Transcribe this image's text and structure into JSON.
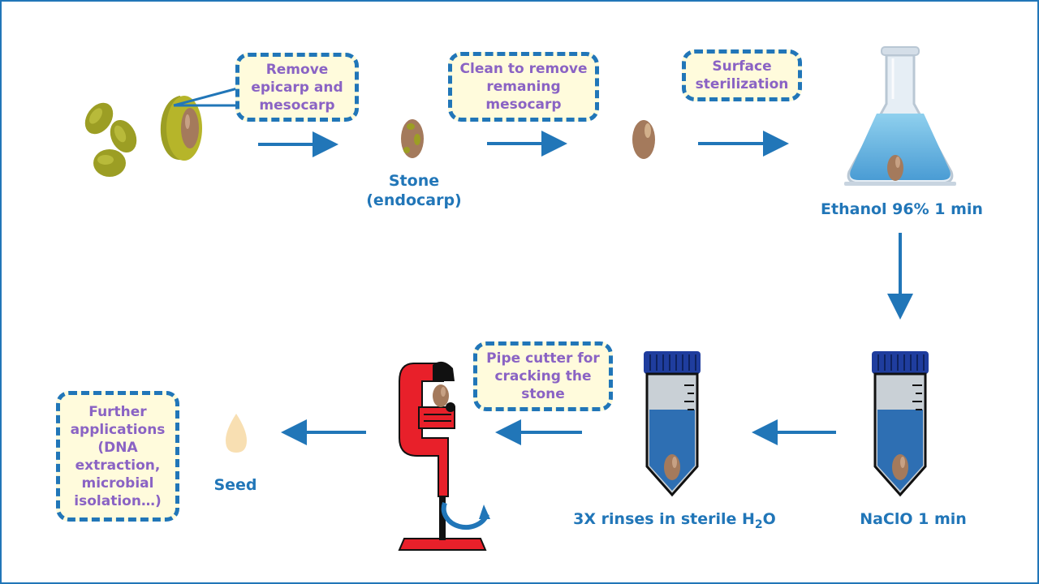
{
  "colors": {
    "border": "#2176b8",
    "arrow": "#2176b8",
    "bubble_fill": "#fffbdc",
    "bubble_text": "#8a63c4",
    "label_text": "#2176b8",
    "olive": "#9c9e24",
    "stone": "#a47a5c",
    "solution": "#2e6fb3",
    "tube_cap": "#1f3d9e",
    "pipe_cutter": "#e8202a",
    "seed": "#f8dfb2"
  },
  "bubbles": {
    "remove_epicarp": "Remove epicarp and mesocarp",
    "clean_mesocarp": "Clean to remove remaning mesocarp",
    "surface_sterilization": "Surface sterilization",
    "pipe_cutter": "Pipe cutter for cracking the stone",
    "further_applications": "Further applications (DNA extraction, microbial isolation…)"
  },
  "labels": {
    "stone_line1": "Stone",
    "stone_line2": "(endocarp)",
    "ethanol": "Ethanol 96% 1 min",
    "naclo": "NaClO 1 min",
    "rinses_main": "3X rinses in sterile H",
    "rinses_sub": "2",
    "rinses_end": "O",
    "seed": "Seed"
  },
  "icons": [
    "olive-fruits-icon",
    "cut-olive-icon",
    "stone-icon",
    "flask-icon",
    "falcon-tube-icon",
    "pipe-cutter-icon",
    "seed-icon",
    "arrow-icon"
  ]
}
